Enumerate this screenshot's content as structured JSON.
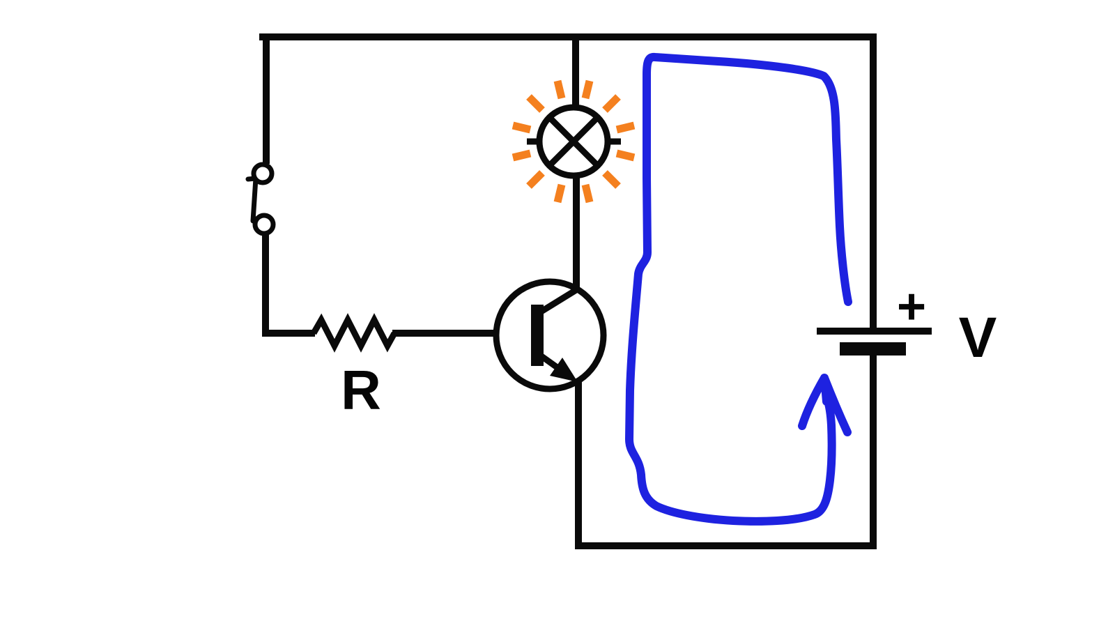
{
  "circuit": {
    "labels": {
      "resistor": "R",
      "battery_polarity": "+",
      "battery_voltage": "V"
    },
    "colors": {
      "wire": "#0a0a0a",
      "lamp_glow": "#f4801f",
      "current_annotation": "#1e22e0",
      "background": "#ffffff"
    },
    "components": [
      {
        "name": "switch",
        "state": "open"
      },
      {
        "name": "resistor",
        "label": "R"
      },
      {
        "name": "npn-transistor",
        "state": "conducting"
      },
      {
        "name": "indicator-lamp",
        "state": "lit"
      },
      {
        "name": "battery",
        "label": "V",
        "polarity_label": "+"
      }
    ],
    "annotation": {
      "type": "hand-drawn-current-loop",
      "color": "#1e22e0",
      "direction": "counterclockwise-from-battery-positive-terminal",
      "arrow": "points-up-into-battery-negative-terminal"
    }
  }
}
